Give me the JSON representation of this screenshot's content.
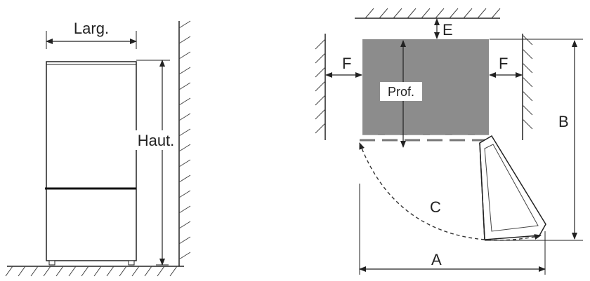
{
  "labels": {
    "width": "Larg.",
    "height": "Haut.",
    "depth": "Prof.",
    "a": "A",
    "b": "B",
    "c": "C",
    "e": "E",
    "f_left": "F",
    "f_right": "F"
  },
  "colors": {
    "line": "#222222",
    "fridge_top_view": "#8c8c8c",
    "background": "#ffffff"
  }
}
